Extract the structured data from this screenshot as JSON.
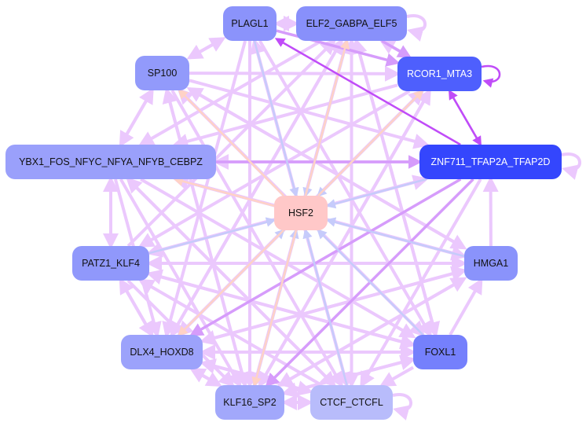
{
  "nodes": [
    {
      "id": "PLAGL1",
      "label": "PLAGL1",
      "color": "#8b93fb"
    },
    {
      "id": "ELF2",
      "label": "ELF2_GABPA_ELF5",
      "color": "#8890fb"
    },
    {
      "id": "SP100",
      "label": "SP100",
      "color": "#929afb"
    },
    {
      "id": "RCOR1",
      "label": "RCOR1_MTA3",
      "color": "#4e5ffd"
    },
    {
      "id": "YBX1",
      "label": "YBX1_FOS_NFYC_NFYA_NFYB_CEBPZ",
      "color": "#9aa0fb"
    },
    {
      "id": "ZNF711",
      "label": "ZNF711_TFAP2A_TFAP2D",
      "color": "#3446fd"
    },
    {
      "id": "HSF2",
      "label": "HSF2",
      "color": "#ffc8c8"
    },
    {
      "id": "PATZ1",
      "label": "PATZ1_KLF4",
      "color": "#9098fb"
    },
    {
      "id": "HMGA1",
      "label": "HMGA1",
      "color": "#8a93fb"
    },
    {
      "id": "DLX4",
      "label": "DLX4_HOXD8",
      "color": "#9ca2fb"
    },
    {
      "id": "FOXL1",
      "label": "FOXL1",
      "color": "#7580fc"
    },
    {
      "id": "KLF16",
      "label": "KLF16_SP2",
      "color": "#a2a8fb"
    },
    {
      "id": "CTCF",
      "label": "CTCF_CTCFL",
      "color": "#b8bcfb"
    }
  ],
  "edge_colors": {
    "light": "#ebc8fd",
    "medium": "#d69cfb",
    "strong": "#c04cf8",
    "to_hsf2": "#c6cbfb",
    "from_hsf2": "#ffd2c6"
  },
  "edges": [
    [
      "RCOR1",
      "ZNF711",
      "strong"
    ],
    [
      "ZNF711",
      "RCOR1",
      "strong"
    ],
    [
      "RCOR1",
      "RCOR1",
      "strong"
    ],
    [
      "ZNF711",
      "PLAGL1",
      "strong"
    ],
    [
      "PLAGL1",
      "ELF2",
      "light"
    ],
    [
      "ELF2",
      "PLAGL1",
      "light"
    ],
    [
      "ELF2",
      "ELF2",
      "light"
    ],
    [
      "ZNF711",
      "ZNF711",
      "light"
    ],
    [
      "CTCF",
      "CTCF",
      "light"
    ],
    [
      "KLF16",
      "CTCF",
      "light"
    ],
    [
      "CTCF",
      "KLF16",
      "light"
    ],
    [
      "ELF2",
      "RCOR1",
      "medium"
    ],
    [
      "RCOR1",
      "ELF2",
      "light"
    ],
    [
      "PLAGL1",
      "RCOR1",
      "medium"
    ],
    [
      "SP100",
      "RCOR1",
      "light"
    ],
    [
      "SP100",
      "YBX1",
      "light"
    ],
    [
      "YBX1",
      "SP100",
      "light"
    ],
    [
      "YBX1",
      "PATZ1",
      "light"
    ],
    [
      "PATZ1",
      "YBX1",
      "light"
    ],
    [
      "PATZ1",
      "DLX4",
      "light"
    ],
    [
      "DLX4",
      "PATZ1",
      "light"
    ],
    [
      "DLX4",
      "KLF16",
      "light"
    ],
    [
      "KLF16",
      "DLX4",
      "light"
    ],
    [
      "FOXL1",
      "HMGA1",
      "light"
    ],
    [
      "HMGA1",
      "ZNF711",
      "light"
    ],
    [
      "FOXL1",
      "CTCF",
      "light"
    ],
    [
      "YBX1",
      "ZNF711",
      "medium"
    ],
    [
      "ZNF711",
      "YBX1",
      "light"
    ],
    [
      "SP100",
      "PLAGL1",
      "light"
    ],
    [
      "PLAGL1",
      "SP100",
      "light"
    ],
    [
      "ELF2",
      "KLF16",
      "light"
    ],
    [
      "ELF2",
      "CTCF",
      "light"
    ],
    [
      "ELF2",
      "DLX4",
      "light"
    ],
    [
      "ELF2",
      "FOXL1",
      "light"
    ],
    [
      "ELF2",
      "YBX1",
      "light"
    ],
    [
      "PLAGL1",
      "KLF16",
      "light"
    ],
    [
      "PLAGL1",
      "DLX4",
      "light"
    ],
    [
      "PLAGL1",
      "CTCF",
      "light"
    ],
    [
      "PLAGL1",
      "FOXL1",
      "light"
    ],
    [
      "RCOR1",
      "KLF16",
      "light"
    ],
    [
      "RCOR1",
      "DLX4",
      "light"
    ],
    [
      "RCOR1",
      "PATZ1",
      "light"
    ],
    [
      "RCOR1",
      "YBX1",
      "light"
    ],
    [
      "ZNF711",
      "KLF16",
      "medium"
    ],
    [
      "ZNF711",
      "DLX4",
      "medium"
    ],
    [
      "ZNF711",
      "CTCF",
      "light"
    ],
    [
      "ZNF711",
      "PATZ1",
      "light"
    ],
    [
      "HMGA1",
      "PATZ1",
      "light"
    ],
    [
      "HMGA1",
      "DLX4",
      "light"
    ],
    [
      "HMGA1",
      "KLF16",
      "light"
    ],
    [
      "HMGA1",
      "YBX1",
      "light"
    ],
    [
      "HMGA1",
      "SP100",
      "light"
    ],
    [
      "FOXL1",
      "DLX4",
      "light"
    ],
    [
      "FOXL1",
      "PATZ1",
      "light"
    ],
    [
      "FOXL1",
      "SP100",
      "light"
    ],
    [
      "FOXL1",
      "ELF2",
      "light"
    ],
    [
      "FOXL1",
      "KLF16",
      "light"
    ],
    [
      "CTCF",
      "PATZ1",
      "light"
    ],
    [
      "CTCF",
      "YBX1",
      "light"
    ],
    [
      "CTCF",
      "ELF2",
      "light"
    ],
    [
      "CTCF",
      "PLAGL1",
      "light"
    ],
    [
      "CTCF",
      "DLX4",
      "light"
    ],
    [
      "KLF16",
      "ELF2",
      "light"
    ],
    [
      "KLF16",
      "SP100",
      "light"
    ],
    [
      "KLF16",
      "HMGA1",
      "light"
    ],
    [
      "KLF16",
      "FOXL1",
      "light"
    ],
    [
      "KLF16",
      "RCOR1",
      "light"
    ],
    [
      "DLX4",
      "ELF2",
      "light"
    ],
    [
      "DLX4",
      "HMGA1",
      "light"
    ],
    [
      "DLX4",
      "FOXL1",
      "light"
    ],
    [
      "DLX4",
      "RCOR1",
      "light"
    ],
    [
      "DLX4",
      "CTCF",
      "light"
    ],
    [
      "SP100",
      "CTCF",
      "light"
    ],
    [
      "SP100",
      "KLF16",
      "light"
    ],
    [
      "SP100",
      "FOXL1",
      "light"
    ],
    [
      "SP100",
      "HMGA1",
      "light"
    ],
    [
      "SP100",
      "ZNF711",
      "light"
    ],
    [
      "YBX1",
      "CTCF",
      "light"
    ],
    [
      "YBX1",
      "KLF16",
      "light"
    ],
    [
      "YBX1",
      "HMGA1",
      "light"
    ],
    [
      "YBX1",
      "FOXL1",
      "light"
    ],
    [
      "YBX1",
      "DLX4",
      "light"
    ],
    [
      "PATZ1",
      "HMGA1",
      "light"
    ],
    [
      "PATZ1",
      "FOXL1",
      "light"
    ],
    [
      "PATZ1",
      "ELF2",
      "light"
    ],
    [
      "PATZ1",
      "ZNF711",
      "light"
    ],
    [
      "PATZ1",
      "KLF16",
      "light"
    ],
    [
      "PLAGL1",
      "HSF2",
      "to_hsf2"
    ],
    [
      "ZNF711",
      "HSF2",
      "to_hsf2"
    ],
    [
      "PATZ1",
      "HSF2",
      "to_hsf2"
    ],
    [
      "HMGA1",
      "HSF2",
      "to_hsf2"
    ],
    [
      "FOXL1",
      "HSF2",
      "to_hsf2"
    ],
    [
      "CTCF",
      "HSF2",
      "to_hsf2"
    ],
    [
      "KLF16",
      "HSF2",
      "to_hsf2"
    ],
    [
      "DLX4",
      "HSF2",
      "to_hsf2"
    ],
    [
      "RCOR1",
      "HSF2",
      "to_hsf2"
    ],
    [
      "ELF2",
      "HSF2",
      "to_hsf2"
    ],
    [
      "HSF2",
      "YBX1",
      "from_hsf2"
    ],
    [
      "HSF2",
      "SP100",
      "from_hsf2"
    ],
    [
      "HSF2",
      "ELF2",
      "from_hsf2"
    ],
    [
      "HSF2",
      "RCOR1",
      "from_hsf2"
    ],
    [
      "HSF2",
      "DLX4",
      "from_hsf2"
    ],
    [
      "HSF2",
      "KLF16",
      "from_hsf2"
    ]
  ]
}
